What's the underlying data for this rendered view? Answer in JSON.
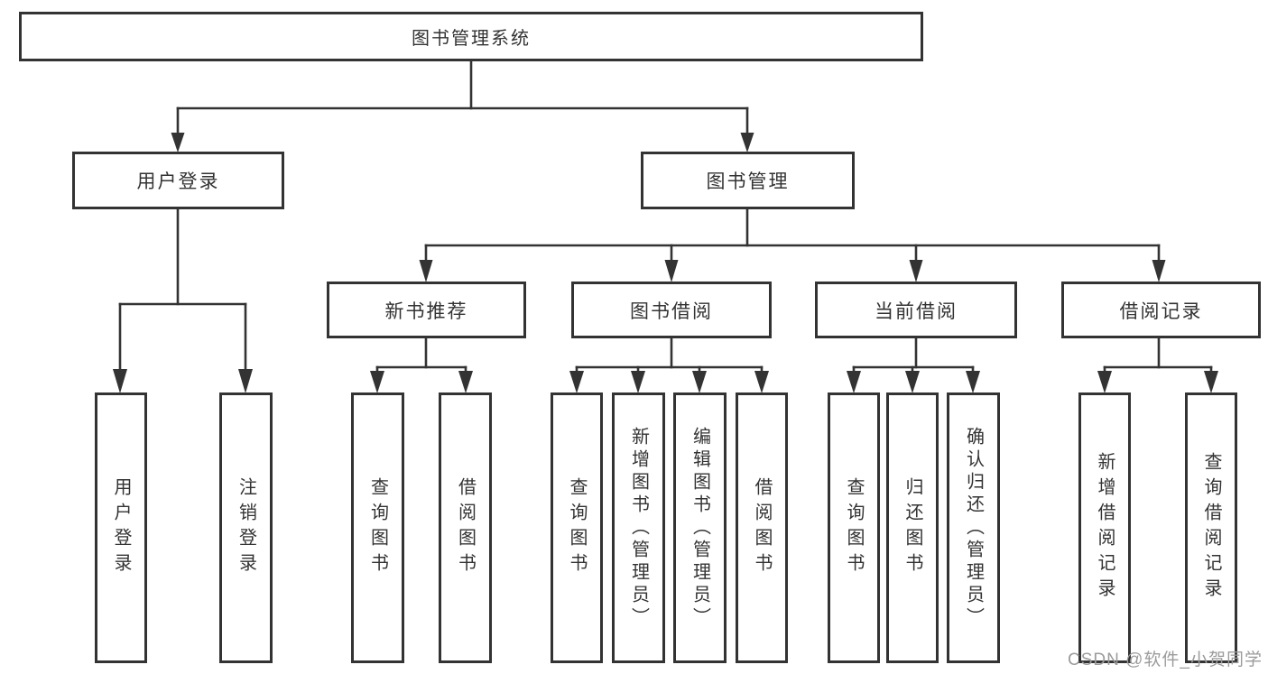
{
  "diagram_title": "图书管理系统",
  "tree": {
    "label": "图书管理系统",
    "children": [
      {
        "label": "用户登录",
        "children": [
          {
            "label": "用户登录"
          },
          {
            "label": "注销登录"
          }
        ]
      },
      {
        "label": "图书管理",
        "children": [
          {
            "label": "新书推荐",
            "children": [
              {
                "label": "查询图书"
              },
              {
                "label": "借阅图书"
              }
            ]
          },
          {
            "label": "图书借阅",
            "children": [
              {
                "label": "查询图书"
              },
              {
                "label": "新增图书（管理员）"
              },
              {
                "label": "编辑图书（管理员）"
              },
              {
                "label": "借阅图书"
              }
            ]
          },
          {
            "label": "当前借阅",
            "children": [
              {
                "label": "查询图书"
              },
              {
                "label": "归还图书"
              },
              {
                "label": "确认归还（管理员）"
              }
            ]
          },
          {
            "label": "借阅记录",
            "children": [
              {
                "label": "新增借阅记录"
              },
              {
                "label": "查询借阅记录"
              }
            ]
          }
        ]
      }
    ]
  },
  "watermark": {
    "text": "CSDN @软件_小贺同学"
  },
  "colors": {
    "line": "#333333",
    "box_border": "#333333",
    "text": "#333333",
    "watermark": "#9b9b9b",
    "background": "#ffffff"
  }
}
